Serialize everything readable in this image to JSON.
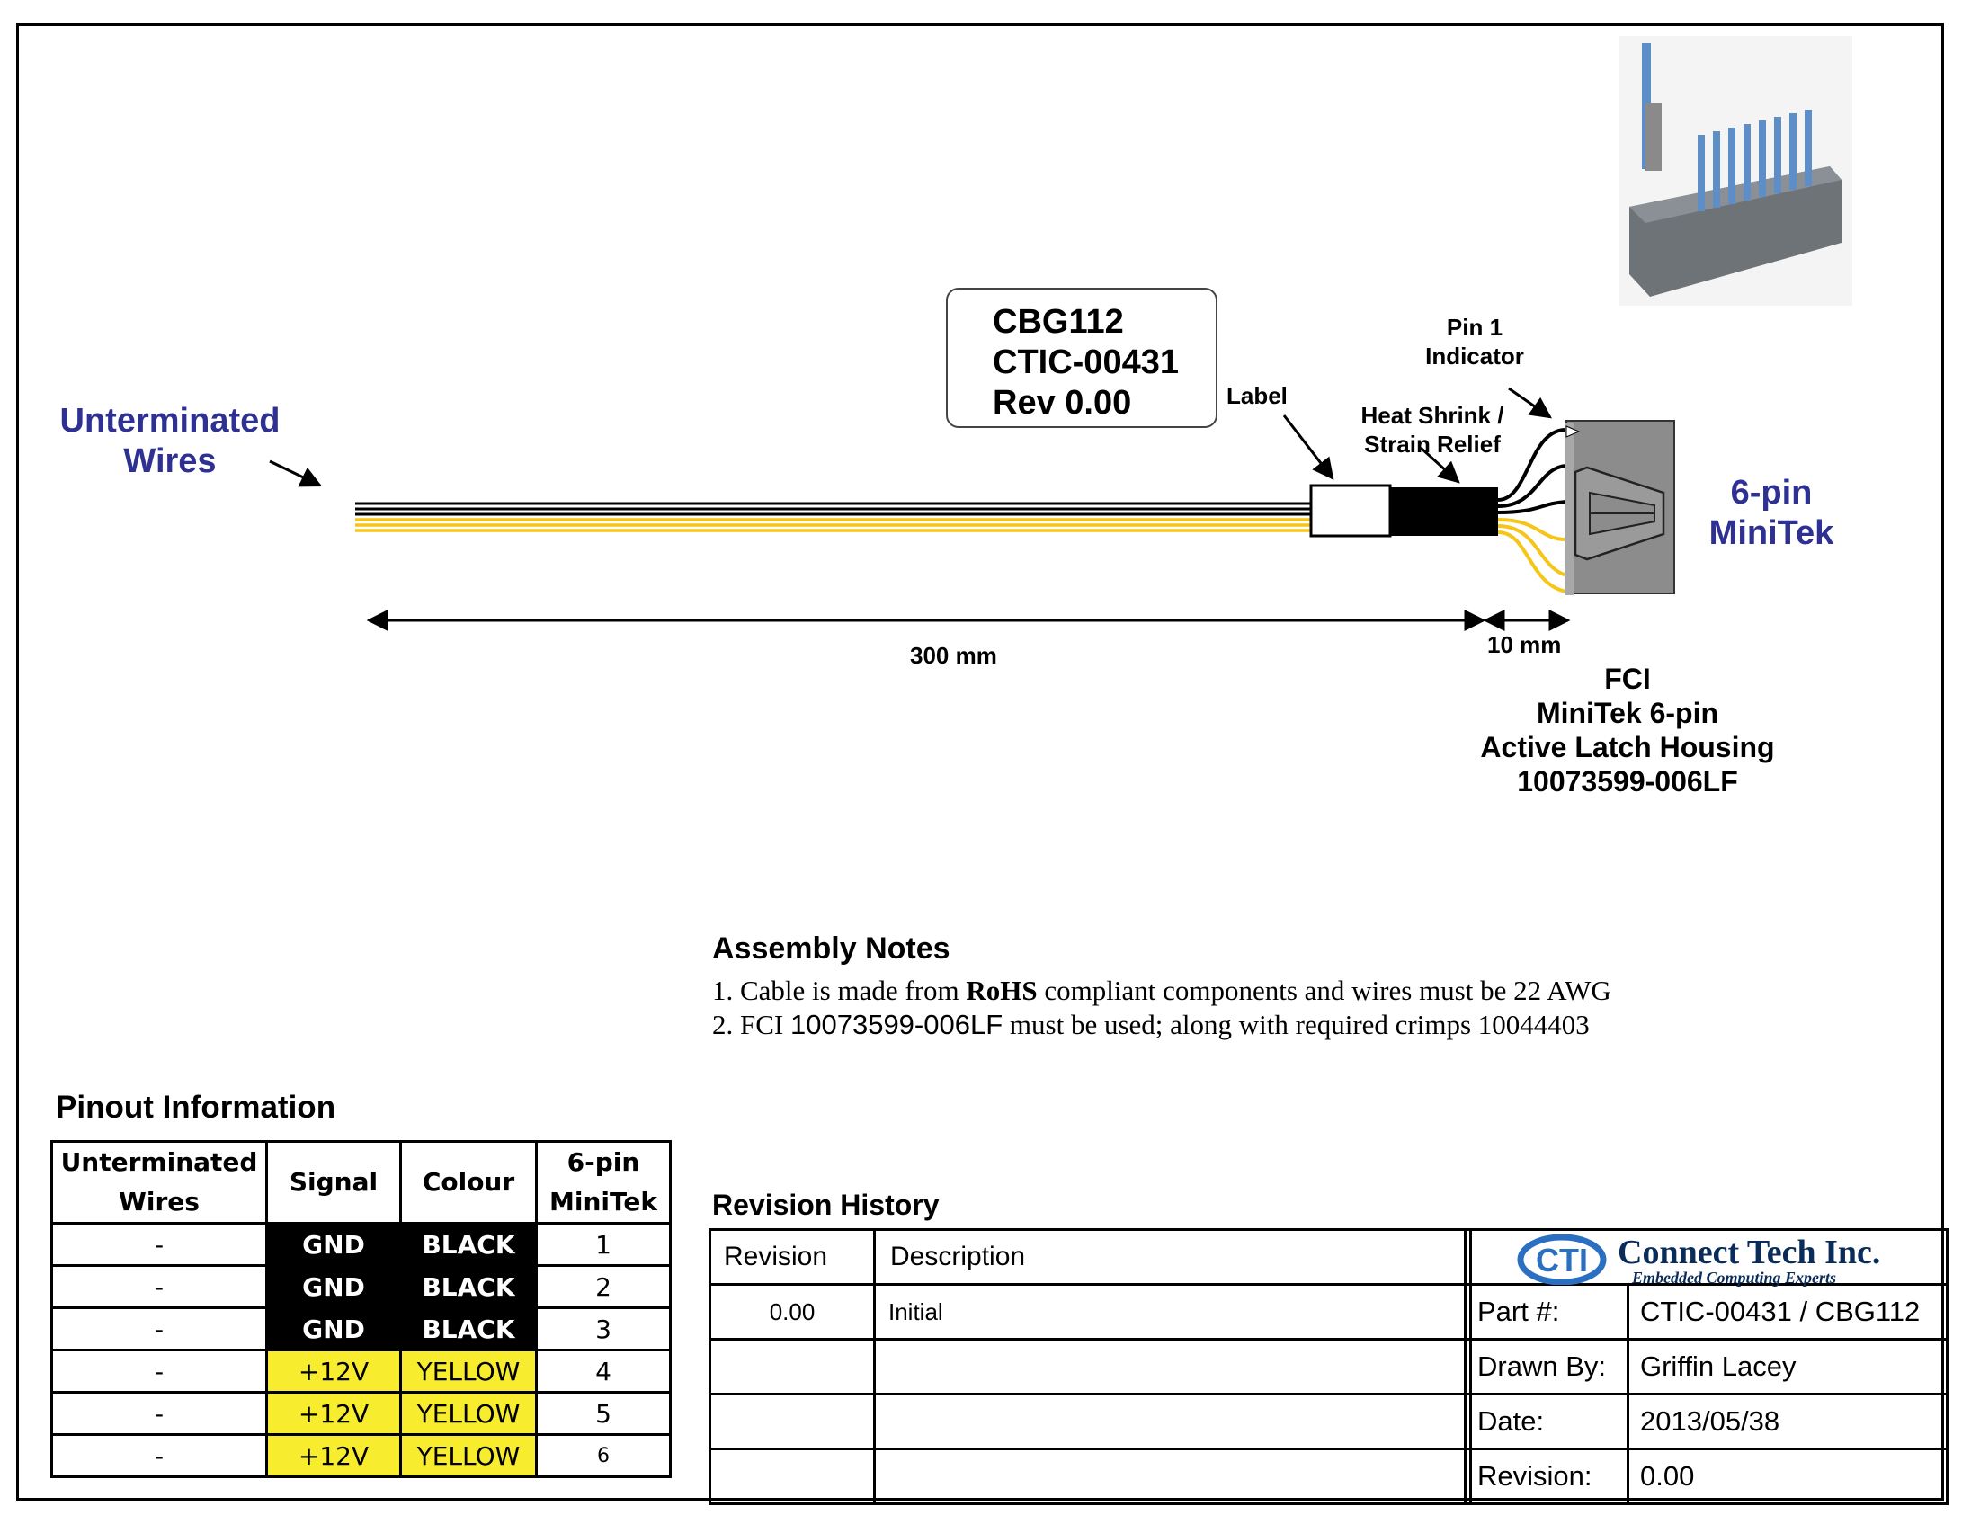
{
  "diagram": {
    "left_label": [
      "Unterminated",
      "Wires"
    ],
    "right_label": [
      "6-pin",
      "MiniTek"
    ],
    "label_box": [
      "CBG112",
      "CTIC-00431",
      "Rev 0.00"
    ],
    "callout_label": "Label",
    "callout_heat_shrink": [
      "Heat Shrink /",
      "Strain Relief"
    ],
    "callout_pin1": [
      "Pin 1",
      "Indicator"
    ],
    "dim_main": "300 mm",
    "dim_connector": "10 mm",
    "housing": [
      "FCI",
      "MiniTek 6-pin",
      "Active Latch Housing",
      "10073599-006LF"
    ],
    "colors": {
      "title_blue": "#2e3192",
      "wire_black": "#000000",
      "wire_yellow": "#f5c518",
      "connector_gray": "#8c8c8c"
    }
  },
  "assembly_notes": {
    "title": "Assembly Notes",
    "note1": {
      "prefix": "1. Cable is made from ",
      "bold": "RoHS",
      "suffix": " compliant components and wires must be 22 AWG"
    },
    "note2": {
      "prefix": "2. FCI ",
      "part": "10073599-006LF",
      "suffix": " must be used; along with required crimps 10044403"
    }
  },
  "pinout": {
    "title": "Pinout Information",
    "headers": [
      "Unterminated Wires",
      "Signal",
      "Colour",
      "6-pin MiniTek"
    ],
    "header_lines": [
      [
        "Unterminated",
        "Wires"
      ],
      [
        "Signal"
      ],
      [
        "Colour"
      ],
      [
        "6-pin",
        "MiniTek"
      ]
    ],
    "rows": [
      {
        "wire": "-",
        "signal": "GND",
        "colour": "BLACK",
        "pin": "1"
      },
      {
        "wire": "-",
        "signal": "GND",
        "colour": "BLACK",
        "pin": "2"
      },
      {
        "wire": "-",
        "signal": "GND",
        "colour": "BLACK",
        "pin": "3"
      },
      {
        "wire": "-",
        "signal": "+12V",
        "colour": "YELLOW",
        "pin": "4"
      },
      {
        "wire": "-",
        "signal": "+12V",
        "colour": "YELLOW",
        "pin": "5"
      },
      {
        "wire": "-",
        "signal": "+12V",
        "colour": "YELLOW",
        "pin": "6"
      }
    ]
  },
  "revision_history": {
    "title": "Revision History",
    "headers": [
      "Revision",
      "Description"
    ],
    "rows": [
      {
        "revision": "0.00",
        "description": "Initial"
      },
      {
        "revision": "",
        "description": ""
      },
      {
        "revision": "",
        "description": ""
      },
      {
        "revision": "",
        "description": ""
      }
    ]
  },
  "title_block": {
    "company": "Connect Tech Inc.",
    "tagline": "Embedded Computing Experts",
    "logo_text": "CTI",
    "fields": [
      {
        "label": "Part #:",
        "value": "CTIC-00431 / CBG112"
      },
      {
        "label": "Drawn By:",
        "value": "Griffin Lacey"
      },
      {
        "label": "Date:",
        "value": "2013/05/38"
      },
      {
        "label": "Revision:",
        "value": "0.00"
      }
    ]
  }
}
